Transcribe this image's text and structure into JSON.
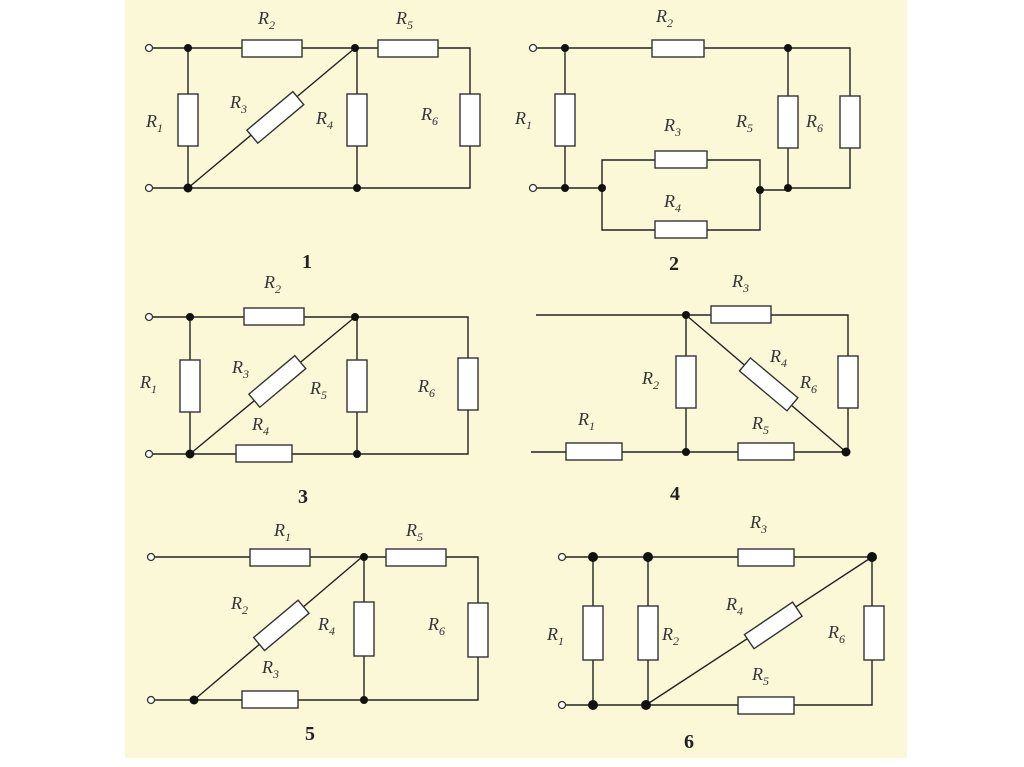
{
  "circuits": [
    {
      "number": "1",
      "labels": [
        {
          "letter": "R",
          "sub": "2"
        },
        {
          "letter": "R",
          "sub": "5"
        },
        {
          "letter": "R",
          "sub": "1"
        },
        {
          "letter": "R",
          "sub": "3"
        },
        {
          "letter": "R",
          "sub": "4"
        },
        {
          "letter": "R",
          "sub": "6"
        }
      ]
    },
    {
      "number": "2",
      "labels": [
        {
          "letter": "R",
          "sub": "2"
        },
        {
          "letter": "R",
          "sub": "1"
        },
        {
          "letter": "R",
          "sub": "3"
        },
        {
          "letter": "R",
          "sub": "5"
        },
        {
          "letter": "R",
          "sub": "6"
        },
        {
          "letter": "R",
          "sub": "4"
        }
      ]
    },
    {
      "number": "3",
      "labels": [
        {
          "letter": "R",
          "sub": "2"
        },
        {
          "letter": "R",
          "sub": "1"
        },
        {
          "letter": "R",
          "sub": "3"
        },
        {
          "letter": "R",
          "sub": "5"
        },
        {
          "letter": "R",
          "sub": "6"
        },
        {
          "letter": "R",
          "sub": "4"
        }
      ]
    },
    {
      "number": "4",
      "labels": [
        {
          "letter": "R",
          "sub": "3"
        },
        {
          "letter": "R",
          "sub": "4"
        },
        {
          "letter": "R",
          "sub": "2"
        },
        {
          "letter": "R",
          "sub": "6"
        },
        {
          "letter": "R",
          "sub": "1"
        },
        {
          "letter": "R",
          "sub": "5"
        }
      ]
    },
    {
      "number": "5",
      "labels": [
        {
          "letter": "R",
          "sub": "1"
        },
        {
          "letter": "R",
          "sub": "5"
        },
        {
          "letter": "R",
          "sub": "2"
        },
        {
          "letter": "R",
          "sub": "4"
        },
        {
          "letter": "R",
          "sub": "6"
        },
        {
          "letter": "R",
          "sub": "3"
        }
      ]
    },
    {
      "number": "6",
      "labels": [
        {
          "letter": "R",
          "sub": "3"
        },
        {
          "letter": "R",
          "sub": "4"
        },
        {
          "letter": "R",
          "sub": "1"
        },
        {
          "letter": "R",
          "sub": "2"
        },
        {
          "letter": "R",
          "sub": "6"
        },
        {
          "letter": "R",
          "sub": "5"
        }
      ]
    }
  ]
}
